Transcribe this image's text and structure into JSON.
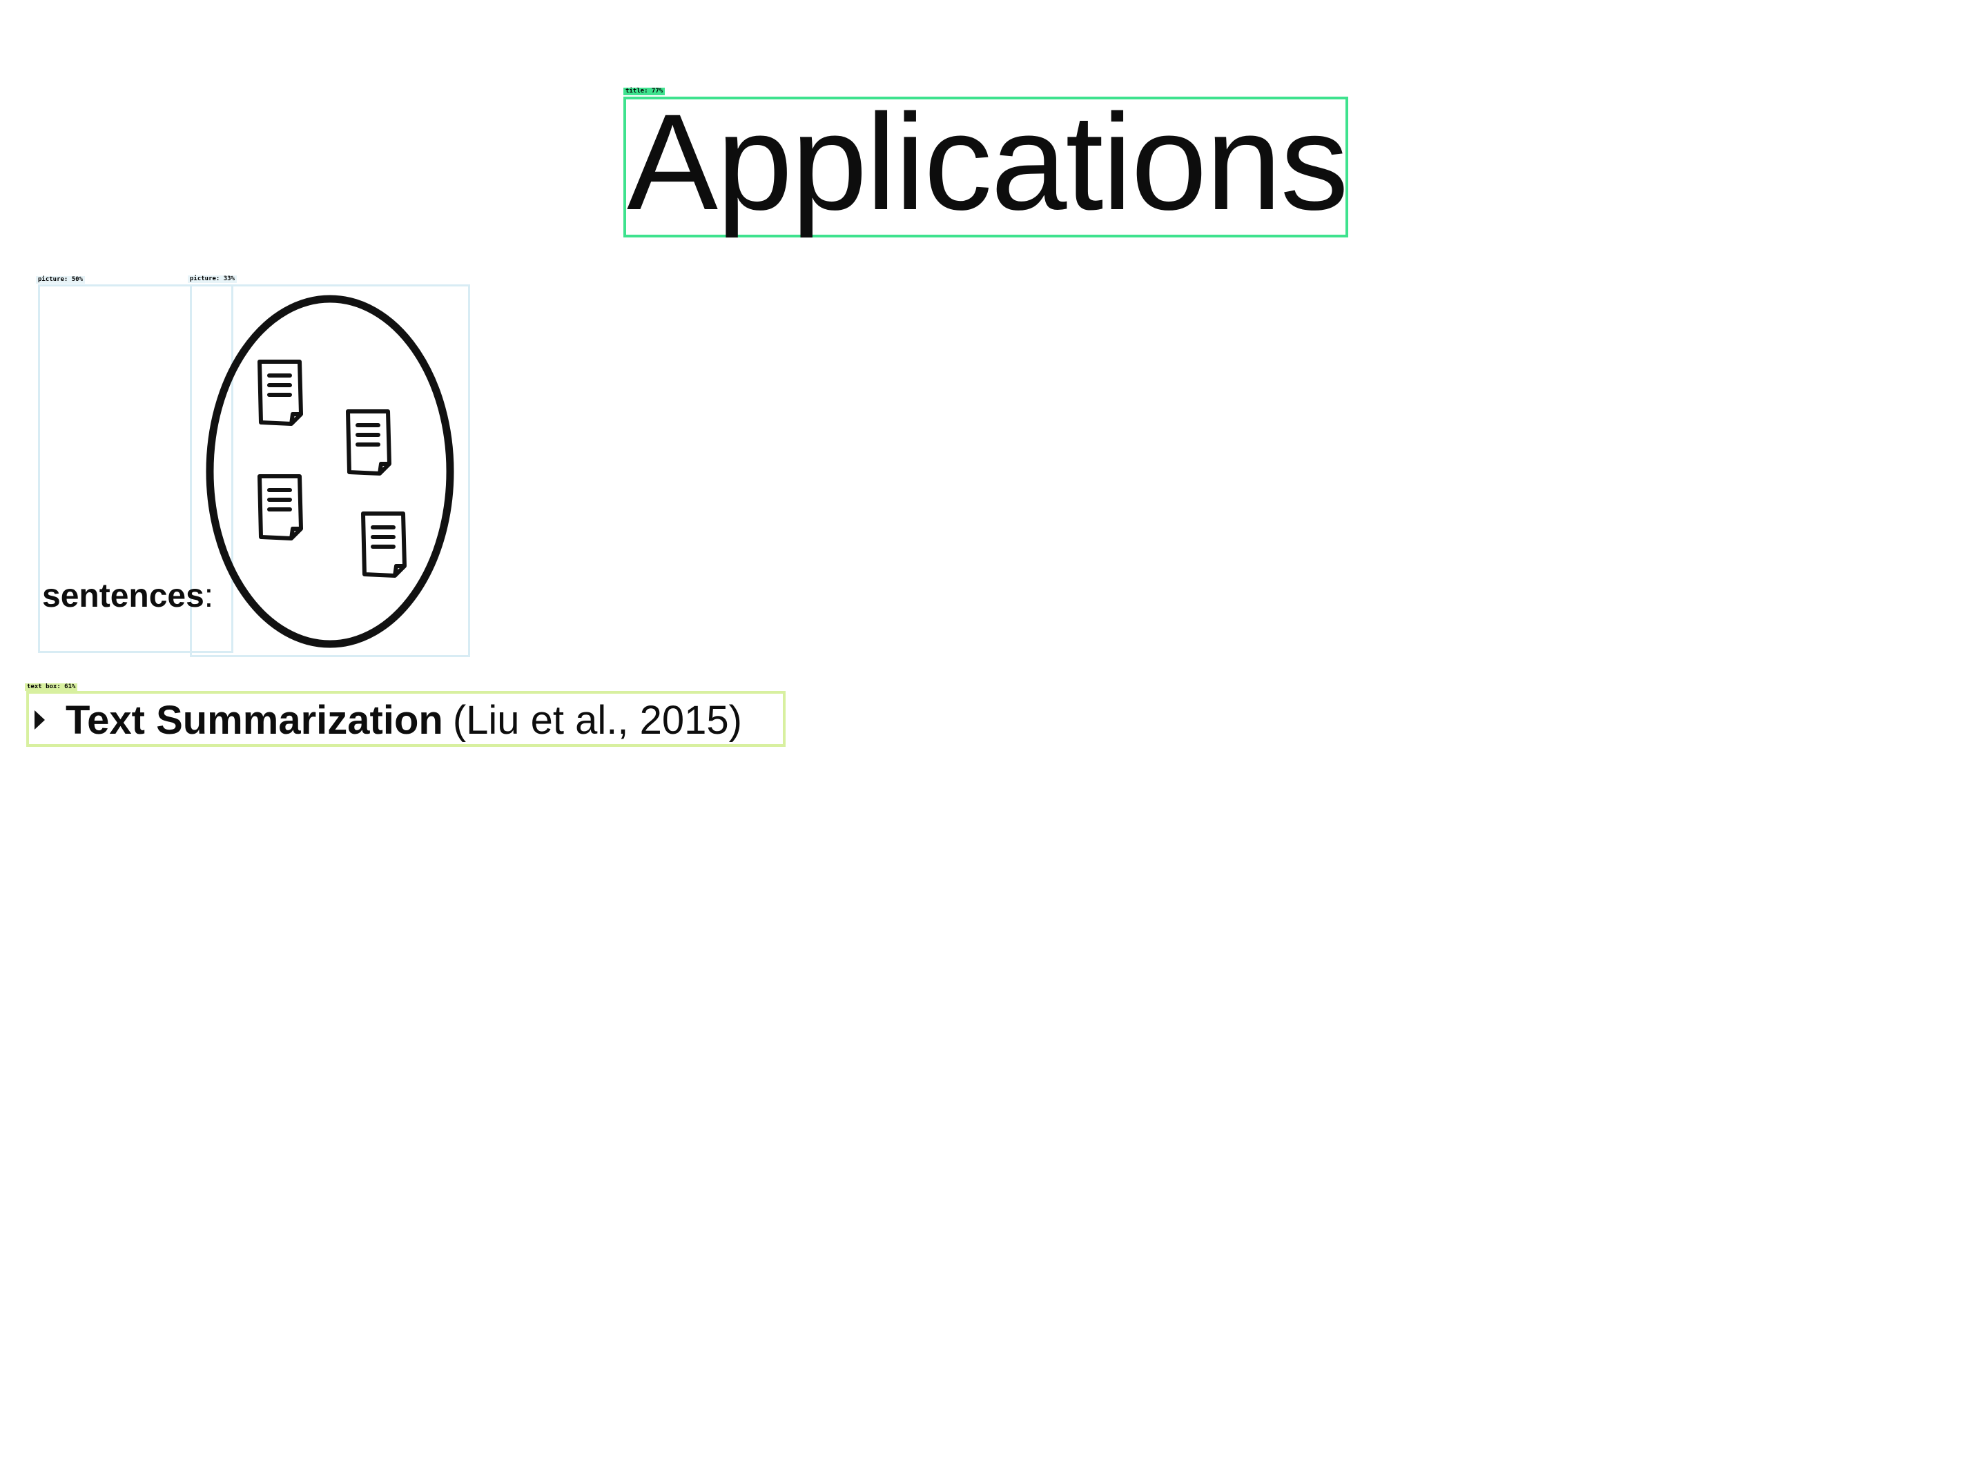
{
  "slide": {
    "title": "Applications",
    "sentences_label": {
      "bold": "sentences",
      "tail": ":"
    },
    "bullet": {
      "strong": "Text Summarization",
      "citation": "(Liu et al., 2015)"
    }
  },
  "detections": {
    "title_tag": "title: 77%",
    "picture1_tag": "picture: 50%",
    "picture2_tag": "picture: 33%",
    "text_box_tag": "text box: 61%"
  },
  "icons": {
    "cluster": "ellipse-with-documents",
    "document": "document-icon",
    "bullet": "triangle-bullet-icon"
  },
  "colors": {
    "title_box": "#3ee28e",
    "picture_box": "#d8ecf4",
    "text_box": "#d8f0a0"
  }
}
